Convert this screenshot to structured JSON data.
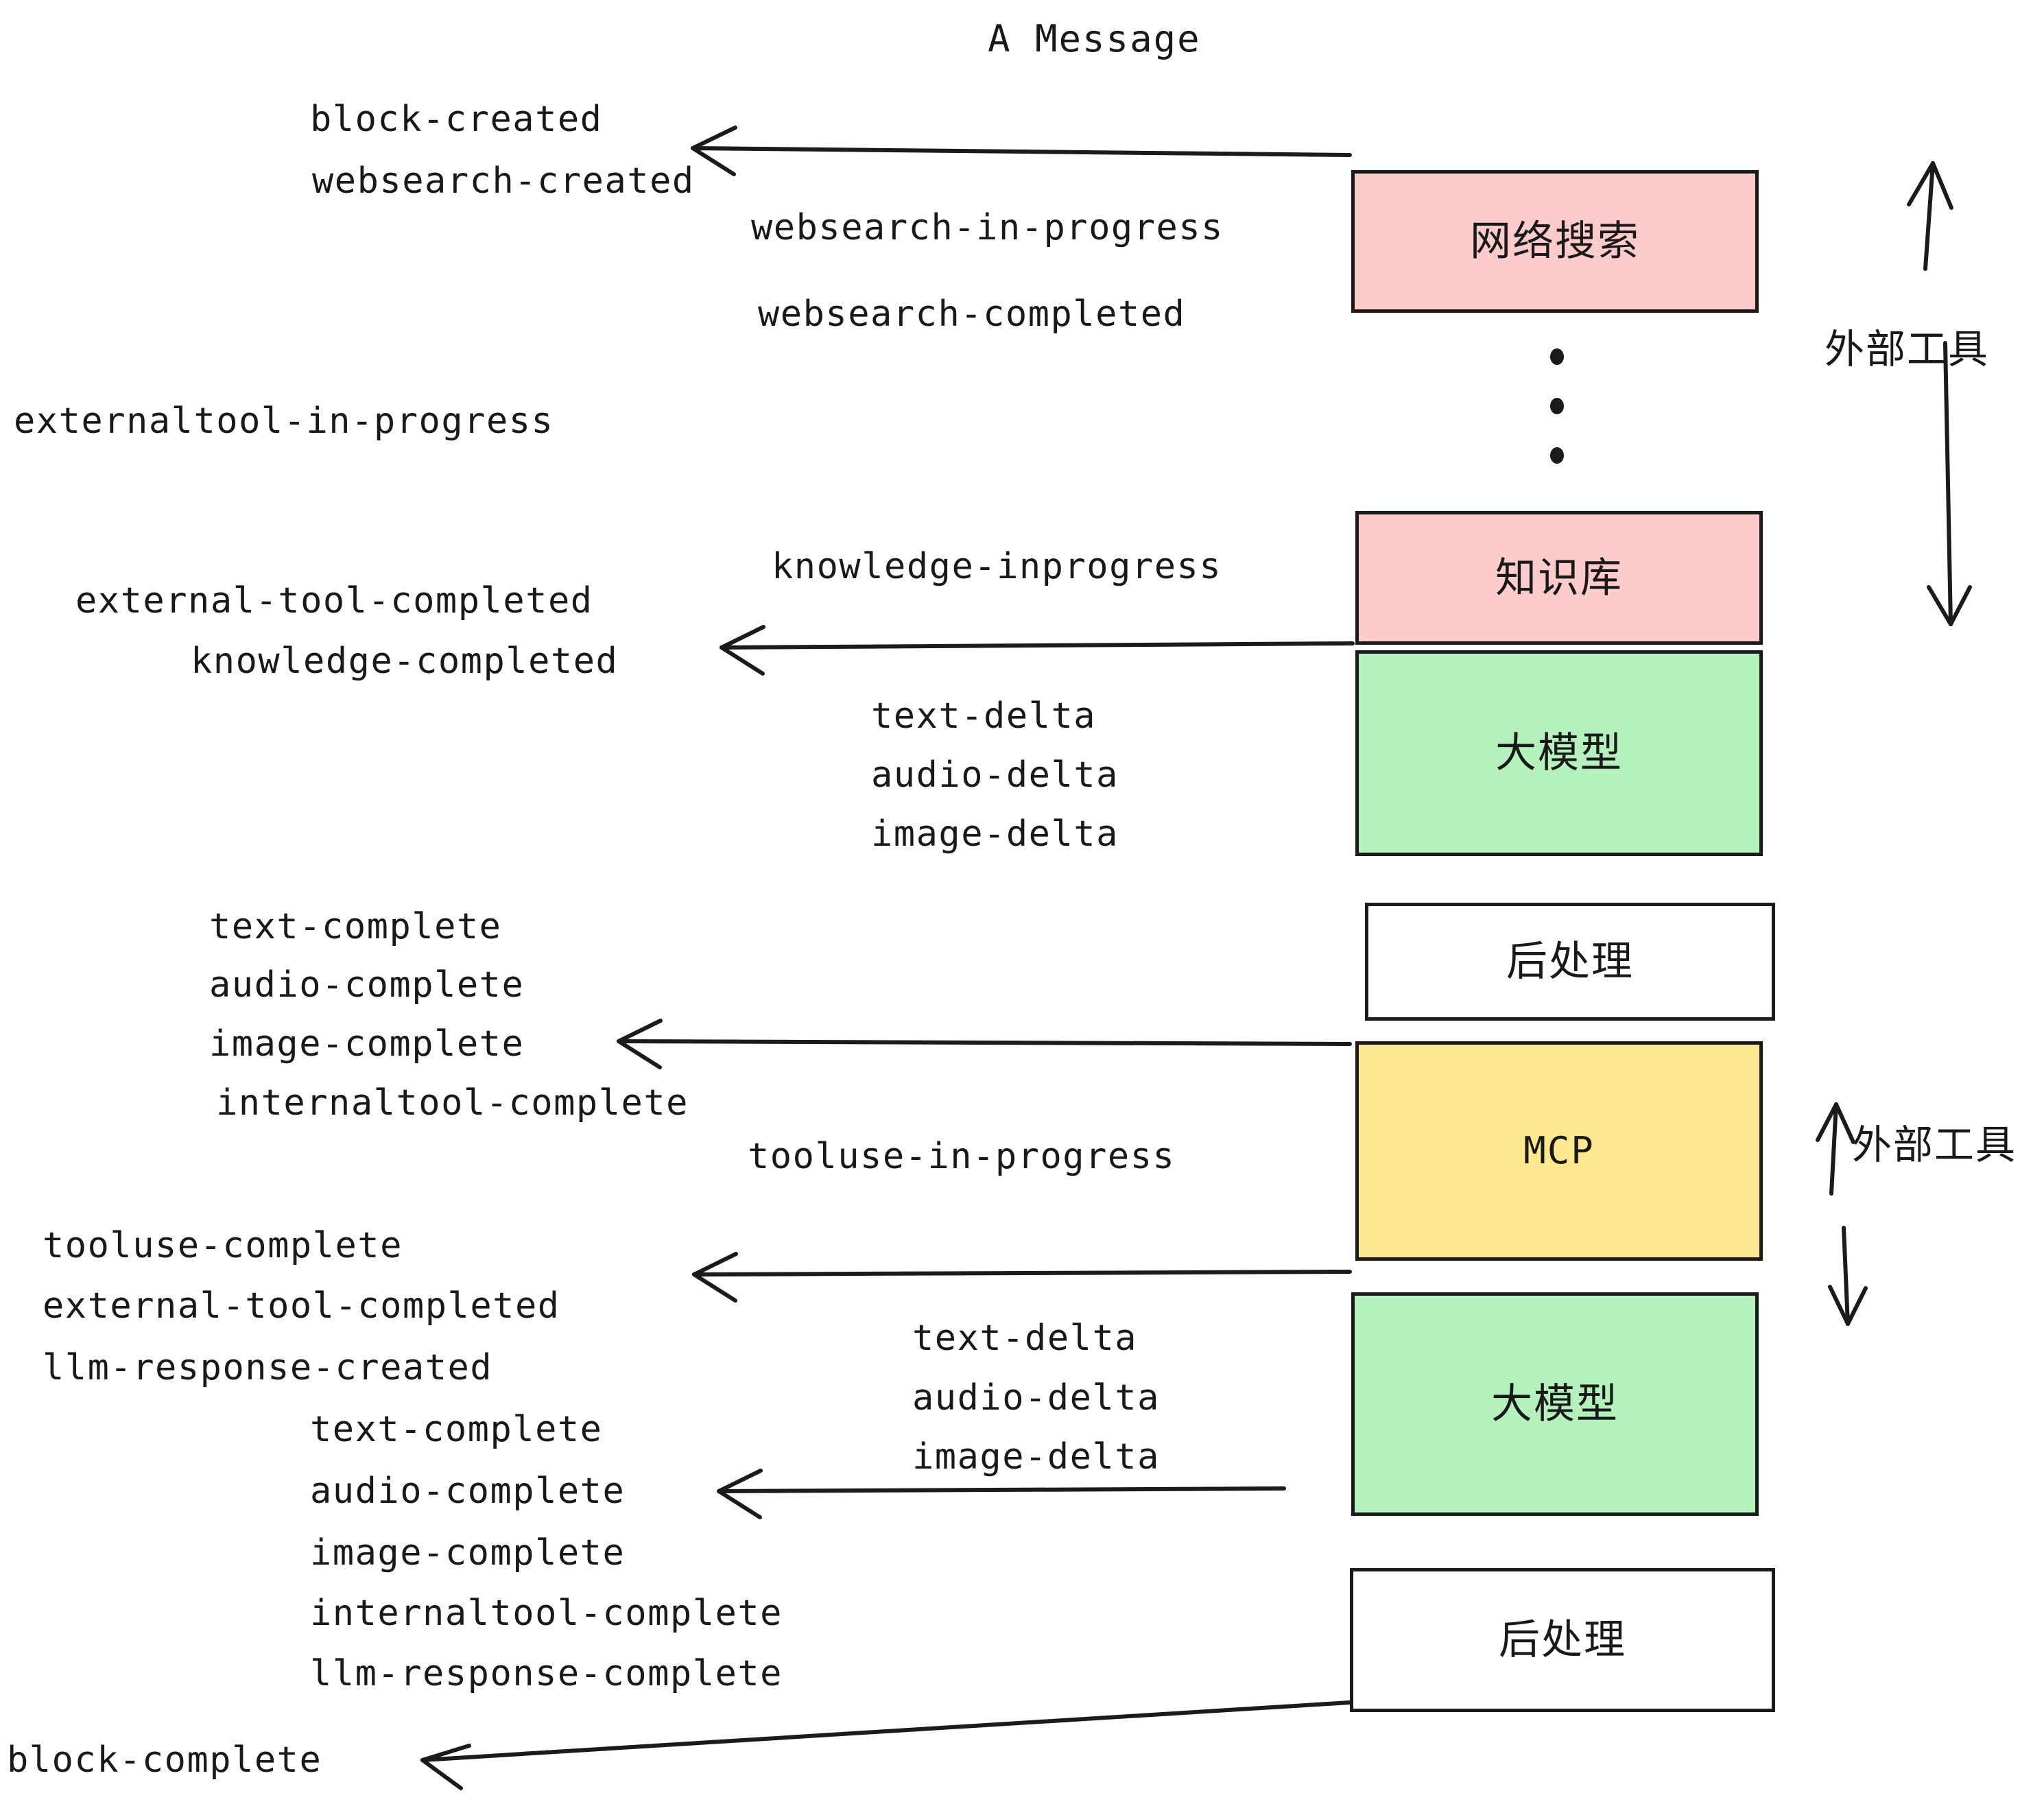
{
  "diagram": {
    "title": "A Message",
    "colors": {
      "pink": "#FCCBCB",
      "green": "#B5F1BC",
      "yellow": "#FCE98F",
      "white": "#FFFFFF",
      "stroke": "#1b1b1b",
      "text": "#191919"
    },
    "nodes": [
      {
        "id": "websearch",
        "label": "网络搜索",
        "fill": "#FCCBCB"
      },
      {
        "id": "knowledge",
        "label": "知识库",
        "fill": "#FCCBCB"
      },
      {
        "id": "llm-1",
        "label": "大模型",
        "fill": "#B5F1BC"
      },
      {
        "id": "postproc-1",
        "label": "后处理",
        "fill": "#FFFFFF"
      },
      {
        "id": "mcp",
        "label": "MCP",
        "fill": "#FCE98F"
      },
      {
        "id": "llm-2",
        "label": "大模型",
        "fill": "#B5F1BC"
      },
      {
        "id": "postproc-2",
        "label": "后处理",
        "fill": "#FFFFFF"
      }
    ],
    "side_labels": [
      {
        "id": "external-tools-top",
        "label": "外部工具"
      },
      {
        "id": "external-tools-bottom",
        "label": "外部工具"
      }
    ],
    "events": [
      {
        "id": "block-created",
        "label": "block-created"
      },
      {
        "id": "websearch-created",
        "label": "websearch-created"
      },
      {
        "id": "websearch-in-progress",
        "label": "websearch-in-progress"
      },
      {
        "id": "websearch-completed",
        "label": "websearch-completed"
      },
      {
        "id": "externaltool-in-progress",
        "label": "externaltool-in-progress"
      },
      {
        "id": "knowledge-inprogress",
        "label": "knowledge-inprogress"
      },
      {
        "id": "external-tool-completed-1",
        "label": "external-tool-completed"
      },
      {
        "id": "knowledge-completed",
        "label": "knowledge-completed"
      },
      {
        "id": "text-delta-1",
        "label": "text-delta"
      },
      {
        "id": "audio-delta-1",
        "label": "audio-delta"
      },
      {
        "id": "image-delta-1",
        "label": "image-delta"
      },
      {
        "id": "text-complete-1",
        "label": "text-complete"
      },
      {
        "id": "audio-complete-1",
        "label": "audio-complete"
      },
      {
        "id": "image-complete-1",
        "label": "image-complete"
      },
      {
        "id": "internaltool-complete-1",
        "label": "internaltool-complete"
      },
      {
        "id": "tooluse-in-progress",
        "label": "tooluse-in-progress"
      },
      {
        "id": "tooluse-complete",
        "label": "tooluse-complete"
      },
      {
        "id": "external-tool-completed-2",
        "label": "external-tool-completed"
      },
      {
        "id": "llm-response-created",
        "label": "llm-response-created"
      },
      {
        "id": "text-delta-2",
        "label": "text-delta"
      },
      {
        "id": "audio-delta-2",
        "label": "audio-delta"
      },
      {
        "id": "image-delta-2",
        "label": "image-delta"
      },
      {
        "id": "text-complete-2",
        "label": "text-complete"
      },
      {
        "id": "audio-complete-2",
        "label": "audio-complete"
      },
      {
        "id": "image-complete-2",
        "label": "image-complete"
      },
      {
        "id": "internaltool-complete-2",
        "label": "internaltool-complete"
      },
      {
        "id": "llm-response-complete",
        "label": "llm-response-complete"
      },
      {
        "id": "block-complete",
        "label": "block-complete"
      }
    ]
  }
}
